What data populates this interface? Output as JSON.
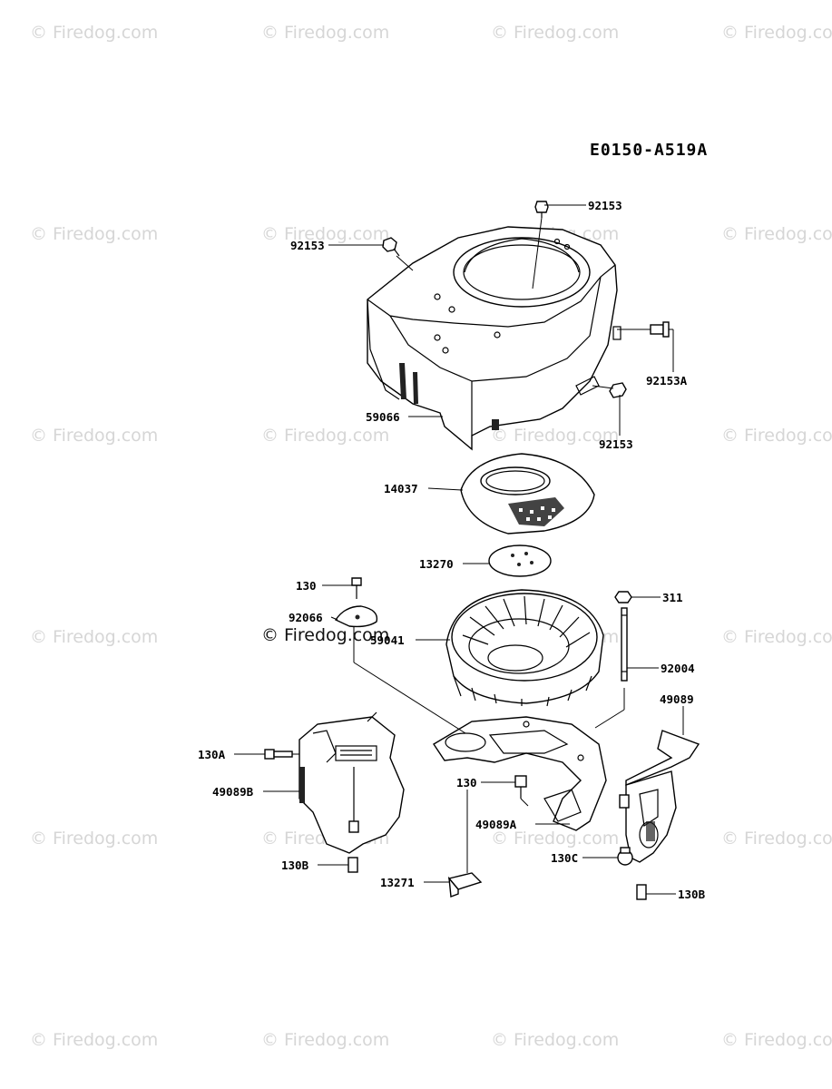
{
  "diagram_code": "E0150-A519A",
  "watermark": "© Firedog.com",
  "labels": {
    "p92153_top": "92153",
    "p92153_left": "92153",
    "p92153A": "92153A",
    "p92153_right": "92153",
    "p59066": "59066",
    "p14037": "14037",
    "p13270": "13270",
    "p130_top": "130",
    "p92066": "92066",
    "p59041": "59041",
    "p311": "311",
    "p92004": "92004",
    "p49089": "49089",
    "p130A": "130A",
    "p49089B": "49089B",
    "p130_mid": "130",
    "p49089A": "49089A",
    "p130B_left": "130B",
    "p130C": "130C",
    "p13271": "13271",
    "p130B_right": "130B"
  }
}
